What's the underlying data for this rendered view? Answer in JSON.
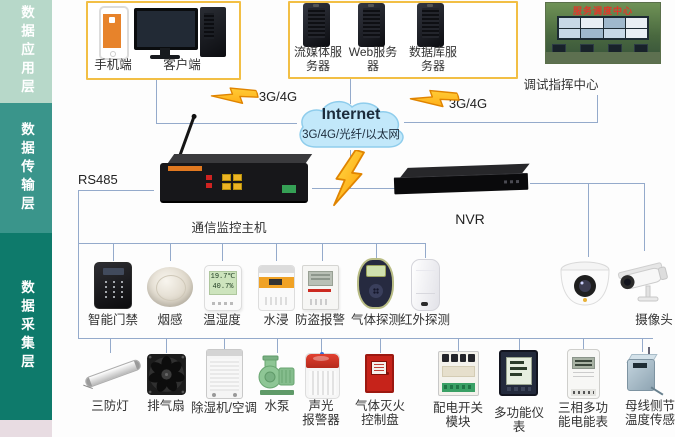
{
  "sidebar": {
    "layers": [
      {
        "label": "数据应用层",
        "color": "#b7d8c9"
      },
      {
        "label": "数据传输层",
        "color": "#3a958b"
      },
      {
        "label": "数据采集层",
        "color": "#0e7a6b"
      }
    ]
  },
  "application_layer": {
    "client_box": {
      "mobile_label": "手机端",
      "client_label": "客户端"
    },
    "server_box": {
      "servers": [
        {
          "label": "流媒体服\n务器",
          "icon": "server-tower"
        },
        {
          "label": "Web服务\n器",
          "icon": "server-tower"
        },
        {
          "label": "数据库服\n务器",
          "icon": "server-tower"
        }
      ]
    },
    "control_center": {
      "photo_title": "服务调度中心",
      "label": "调试指挥中心",
      "icon": "control-room-photo"
    }
  },
  "transport_layer": {
    "left_link_label": "3G/4G",
    "right_link_label": "3G/4G",
    "cloud": {
      "title": "Internet",
      "subtitle": "3G/4G/光纤/以太网"
    },
    "rs485_label": "RS485",
    "host_label": "通信监控主机",
    "nvr_label": "NVR"
  },
  "collection_layer": {
    "sensors": [
      {
        "label": "智能门禁",
        "icon": "access-keypad"
      },
      {
        "label": "烟感",
        "icon": "smoke-detector"
      },
      {
        "label": "温湿度",
        "icon": "temp-humidity-meter",
        "display_top": "19.7℃",
        "display_bottom": "40.7%"
      },
      {
        "label": "水浸",
        "icon": "water-leak-sensor"
      },
      {
        "label": "防盗报警",
        "icon": "burglar-alarm-panel"
      },
      {
        "label": "气体探测",
        "icon": "gas-detector"
      },
      {
        "label": "红外探测",
        "icon": "pir-sensor"
      },
      {
        "label": "摄像头",
        "icon": "cctv-cameras"
      }
    ],
    "actuators": [
      {
        "label": "三防灯",
        "icon": "tube-light"
      },
      {
        "label": "排气扇",
        "icon": "exhaust-fan"
      },
      {
        "label": "除湿机/空调",
        "icon": "dehumidifier"
      },
      {
        "label": "水泵",
        "icon": "water-pump"
      },
      {
        "label": "声光\n报警器",
        "icon": "sound-light-alarm"
      },
      {
        "label": "气体灭火\n控制盘",
        "icon": "fire-suppression-panel"
      },
      {
        "label": "配电开关\n模块",
        "icon": "power-switch-module"
      },
      {
        "label": "多功能仪表",
        "icon": "multifunction-meter"
      },
      {
        "label": "三相多功\n能电能表",
        "icon": "three-phase-energy-meter"
      },
      {
        "label": "母线侧节\n温度传感",
        "icon": "busbar-temperature-sensor"
      }
    ]
  },
  "colors": {
    "line_blue": "#94aacb",
    "box_border_yellow": "#f2bf45",
    "bolt_gold": "#ffc107",
    "cloud_blue": "#c2e8fa",
    "title_red": "#e2362a"
  }
}
